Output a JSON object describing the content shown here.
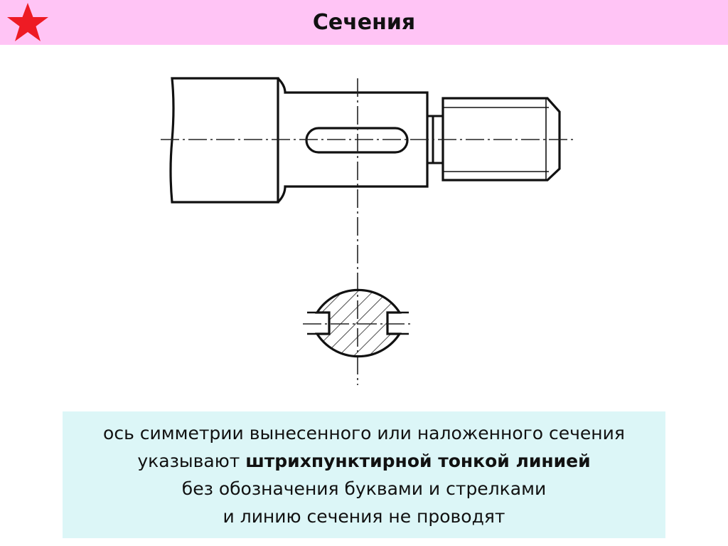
{
  "header": {
    "title": "Сечения",
    "star_color": "#ee1b24",
    "background": "#ffc4f5",
    "icon": "star-icon"
  },
  "caption": {
    "line1": "ось симметрии вынесенного или наложенного сечения",
    "line2_prefix": "указывают ",
    "line2_bold": "штрихпунктирной тонкой линией",
    "line3": "без обозначения буквами и стрелками",
    "line4": "и линию сечения не проводят",
    "background": "#dcf6f7"
  }
}
